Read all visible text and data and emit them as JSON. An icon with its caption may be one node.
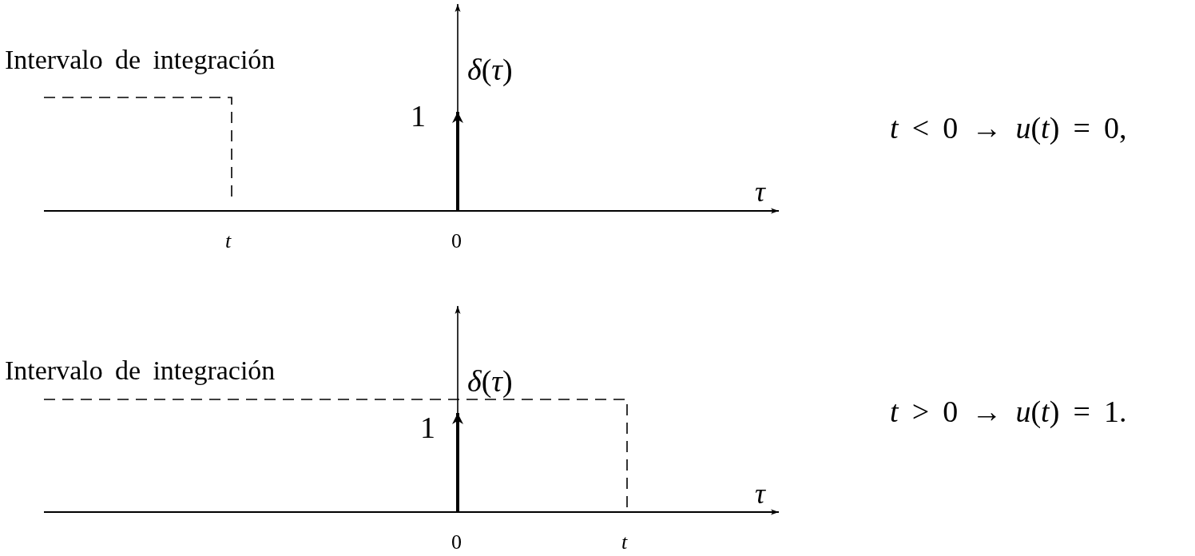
{
  "diagram": {
    "labels": [
      "Intervalo de integración",
      "*δ*(*τ*)",
      "1",
      "*t* < 0 → *u*(*t*) = 0,",
      "τ",
      "t",
      "0",
      "Intervalo de integración",
      "*δ*(*τ*)",
      "1",
      "*t* > 0 → *u*(*t*) = 1.",
      "τ",
      "0",
      "t"
    ]
  }
}
